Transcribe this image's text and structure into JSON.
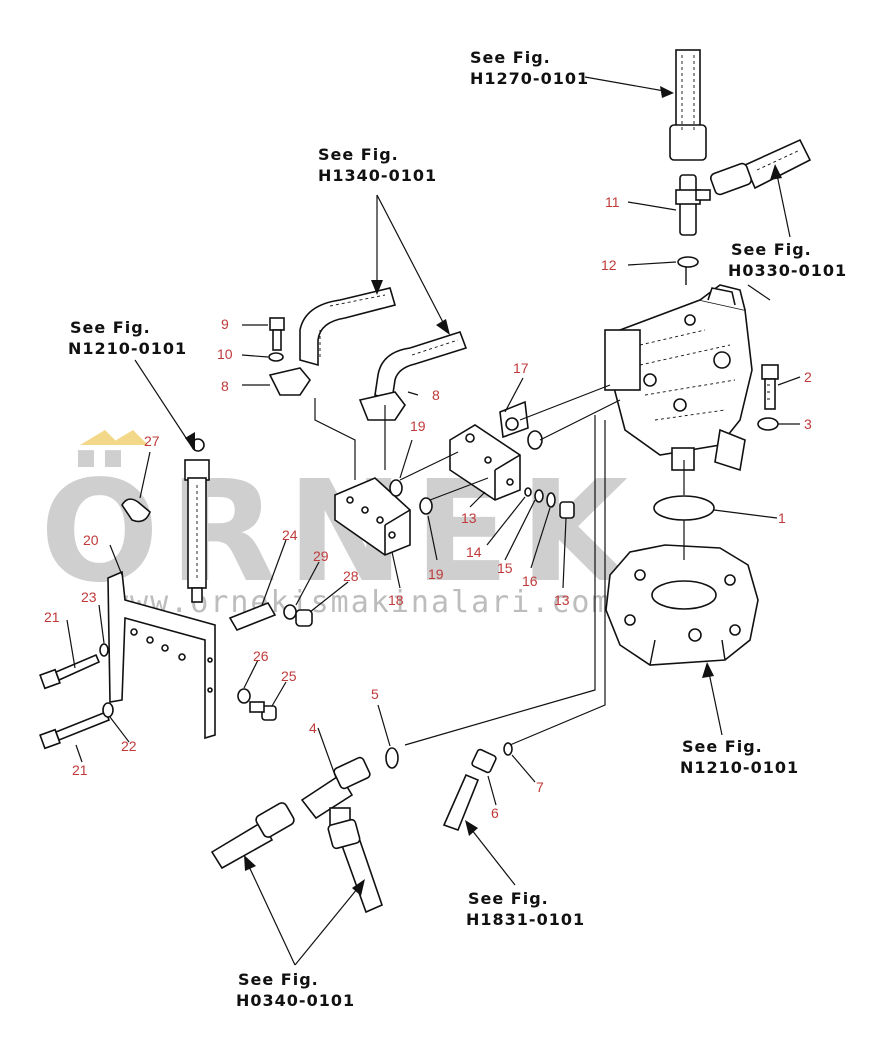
{
  "watermark": {
    "brand": "ÖRNEK",
    "url": "www.ornekismakinalari.com.tr"
  },
  "references": [
    {
      "line1": "See Fig.",
      "line2": "H1270-0101"
    },
    {
      "line1": "See Fig.",
      "line2": "H1340-0101"
    },
    {
      "line1": "See Fig.",
      "line2": "H0330-0101"
    },
    {
      "line1": "See Fig.",
      "line2": "N1210-0101"
    },
    {
      "line1": "See Fig.",
      "line2": "N1210-0101"
    },
    {
      "line1": "See Fig.",
      "line2": "H1831-0101"
    },
    {
      "line1": "See Fig.",
      "line2": "H0340-0101"
    }
  ],
  "part_numbers": [
    "1",
    "2",
    "3",
    "4",
    "5",
    "6",
    "7",
    "8",
    "8",
    "9",
    "10",
    "11",
    "12",
    "13",
    "13",
    "14",
    "15",
    "16",
    "17",
    "18",
    "19",
    "19",
    "20",
    "21",
    "21",
    "22",
    "23",
    "24",
    "25",
    "26",
    "27",
    "28",
    "29"
  ],
  "colors": {
    "callout": "#c03a3a",
    "ink": "#111111",
    "watermark": "#cfcfcf",
    "accent": "#f0c040"
  }
}
